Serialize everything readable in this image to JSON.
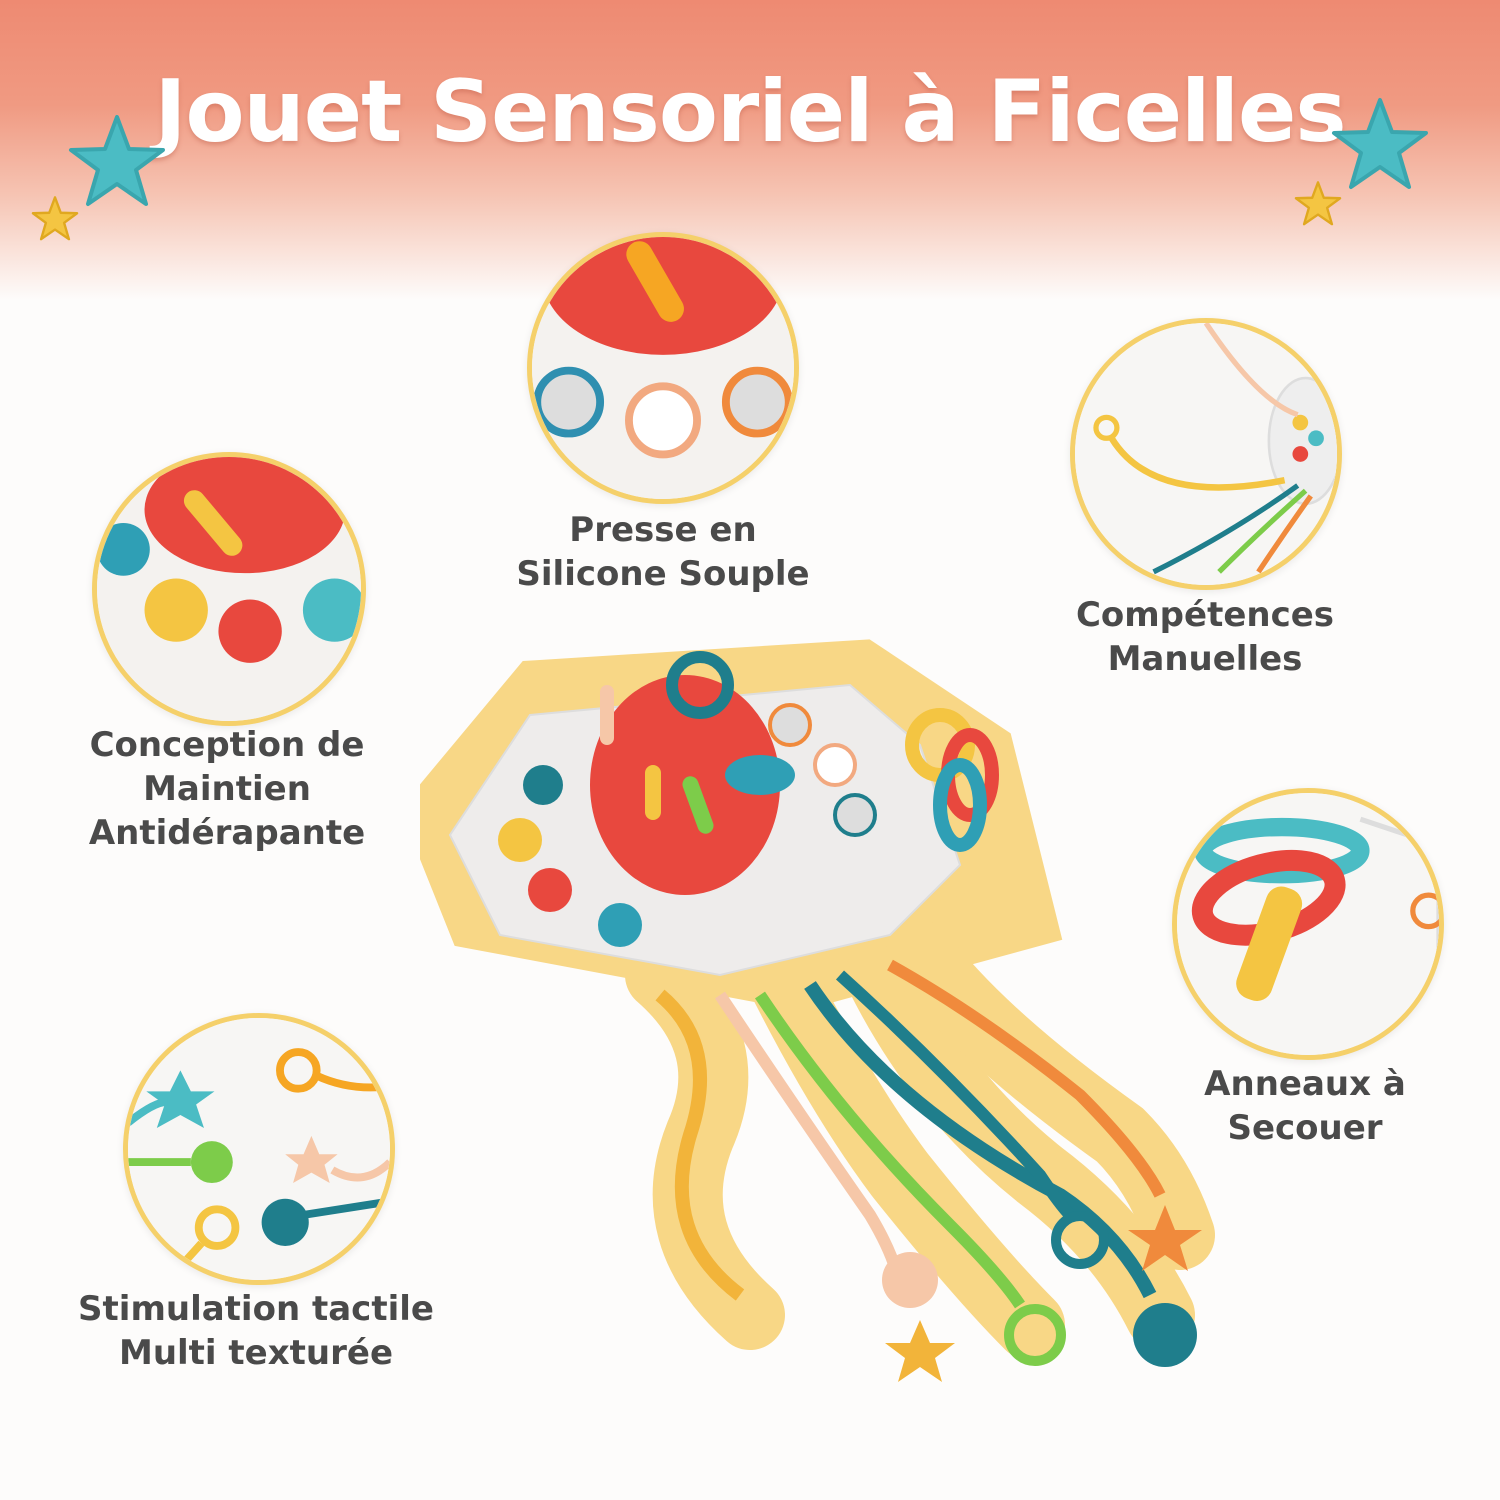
{
  "title": "Jouet Sensoriel à Ficelles",
  "features": [
    {
      "line1": "Presse en",
      "line2": "Silicone Souple"
    },
    {
      "line1": "Compétences",
      "line2": "Manuelles"
    },
    {
      "line1": "Conception de",
      "line2": "Maintien",
      "line3": "Antidérapante"
    },
    {
      "line1": "Anneaux à",
      "line2": "Secouer"
    },
    {
      "line1": "Stimulation tactile",
      "line2": "Multi texturée"
    }
  ],
  "colors": {
    "header": "#ee8a72",
    "teal": "#4bbcc4",
    "red": "#e8483e",
    "yellow": "#f4c542",
    "outline": "#f5d06a"
  }
}
